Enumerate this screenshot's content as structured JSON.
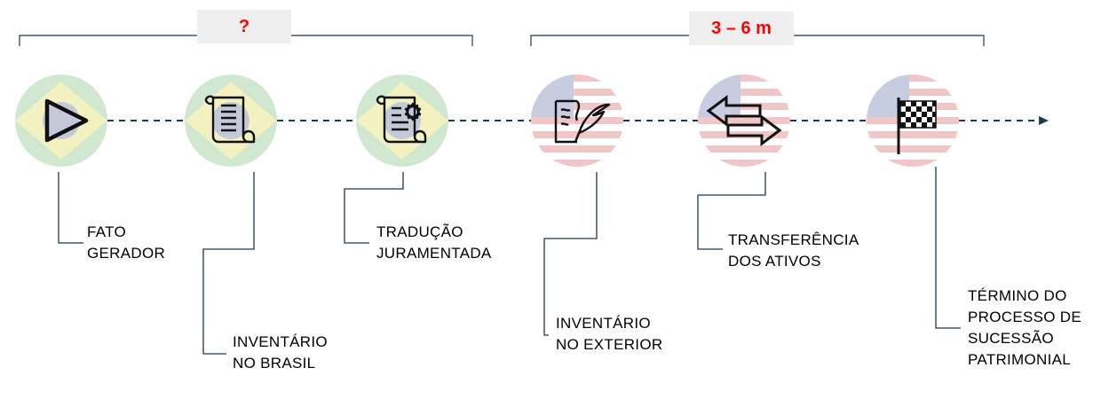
{
  "phases": [
    {
      "label": "?"
    },
    {
      "label": "3 – 6 m"
    }
  ],
  "steps": [
    {
      "lines": [
        "FATO",
        "GERADOR"
      ],
      "icon": "play-icon",
      "flag": "brazil-flag"
    },
    {
      "lines": [
        "INVENTÁRIO",
        "NO BRASIL"
      ],
      "icon": "scroll-icon",
      "flag": "brazil-flag"
    },
    {
      "lines": [
        "TRADUÇÃO",
        "JURAMENTADA"
      ],
      "icon": "certificate-icon",
      "flag": "brazil-flag"
    },
    {
      "lines": [
        "INVENTÁRIO",
        "NO EXTERIOR"
      ],
      "icon": "quill-document-icon",
      "flag": "usa-flag"
    },
    {
      "lines": [
        "TRANSFERÊNCIA",
        "DOS ATIVOS"
      ],
      "icon": "transfer-arrows-icon",
      "flag": "usa-flag"
    },
    {
      "lines": [
        "TÉRMINO DO",
        "PROCESSO DE",
        "SUCESSÃO",
        "PATRIMONIAL"
      ],
      "icon": "checkered-flag-icon",
      "flag": "usa-flag"
    }
  ],
  "colors": {
    "phase_text": "#ff0000",
    "phase_box": "#efefef",
    "timeline": "#1f3a4d",
    "brazil_green": "#cfe8cf",
    "brazil_yellow": "#f3f1bf",
    "brazil_blue": "#c3c9d9",
    "usa_red": "#f2c6c6",
    "usa_blue": "#c7cde0"
  }
}
